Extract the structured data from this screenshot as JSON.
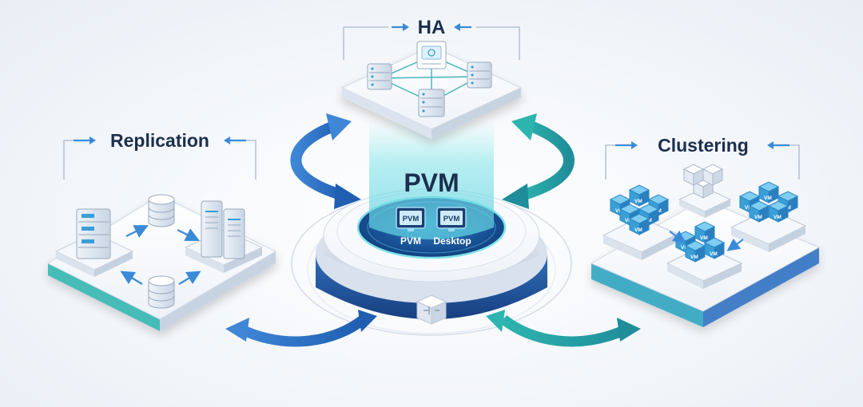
{
  "diagram": {
    "center": {
      "title": "PVM",
      "screen_badge_left": "PVM",
      "screen_badge_right": "PVM",
      "caption_left": "PVM",
      "caption_right": "Desktop"
    },
    "modules": {
      "ha": {
        "label": "HA"
      },
      "replication": {
        "label": "Replication"
      },
      "clustering": {
        "label": "Clustering",
        "vm_label": "VM"
      }
    }
  },
  "colors": {
    "title_text": "#1c2f4d",
    "blue_arrow": "#2f6fc2",
    "teal_arrow": "#2aa3a0",
    "cube": "#3a9fd6",
    "platform_top": "#f4f7fb",
    "platform_edge": "#c9d4e2",
    "core_ring": "#1d5fa8",
    "glow": "#7fe3e8"
  },
  "icons": [
    "server-rack-icon",
    "database-icon",
    "vm-cube-icon",
    "monitor-icon",
    "network-switch-icon",
    "double-arrow-icon"
  ]
}
